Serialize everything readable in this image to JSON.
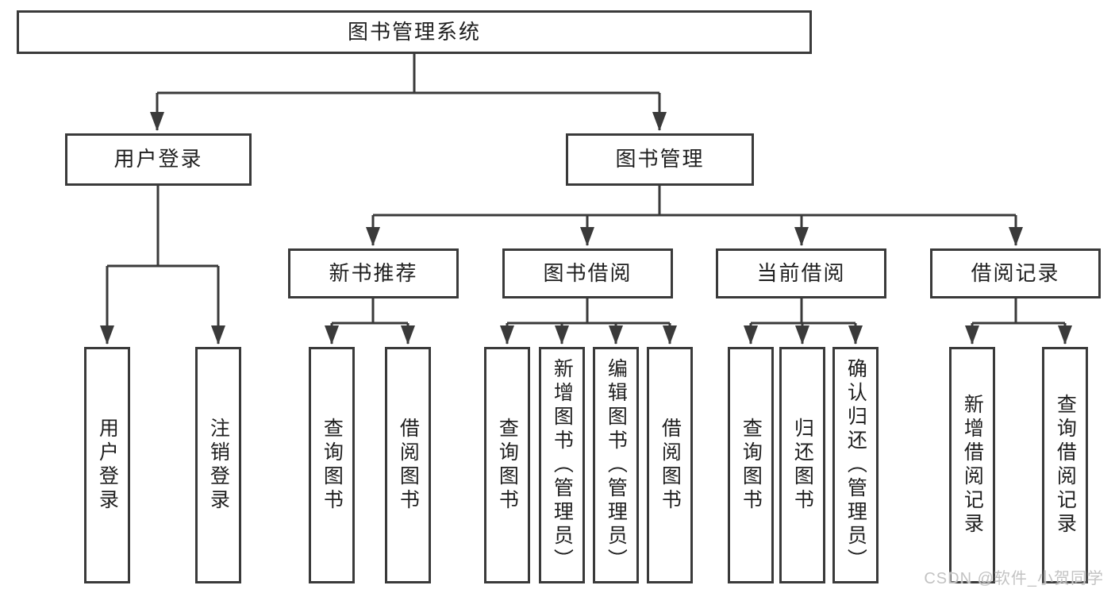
{
  "tree": {
    "root": "图书管理系统",
    "level2": [
      "用户登录",
      "图书管理"
    ],
    "level3": [
      "新书推荐",
      "图书借阅",
      "当前借阅",
      "借阅记录"
    ],
    "leaves": {
      "login": [
        "用户登录",
        "注销登录"
      ],
      "recommend": [
        "查询图书",
        "借阅图书"
      ],
      "borrow": [
        "查询图书",
        "新增图书（管理员）",
        "编辑图书（管理员）",
        "借阅图书"
      ],
      "current": [
        "查询图书",
        "归还图书",
        "确认归还（管理员）"
      ],
      "records": [
        "新增借阅记录",
        "查询借阅记录"
      ]
    }
  },
  "watermark": {
    "text": "CSDN @软件_小贺同学"
  },
  "colors": {
    "line": "#3a3a3a",
    "text": "#1f1f1f",
    "background": "#ffffff",
    "watermark": "#c3c3c3"
  }
}
